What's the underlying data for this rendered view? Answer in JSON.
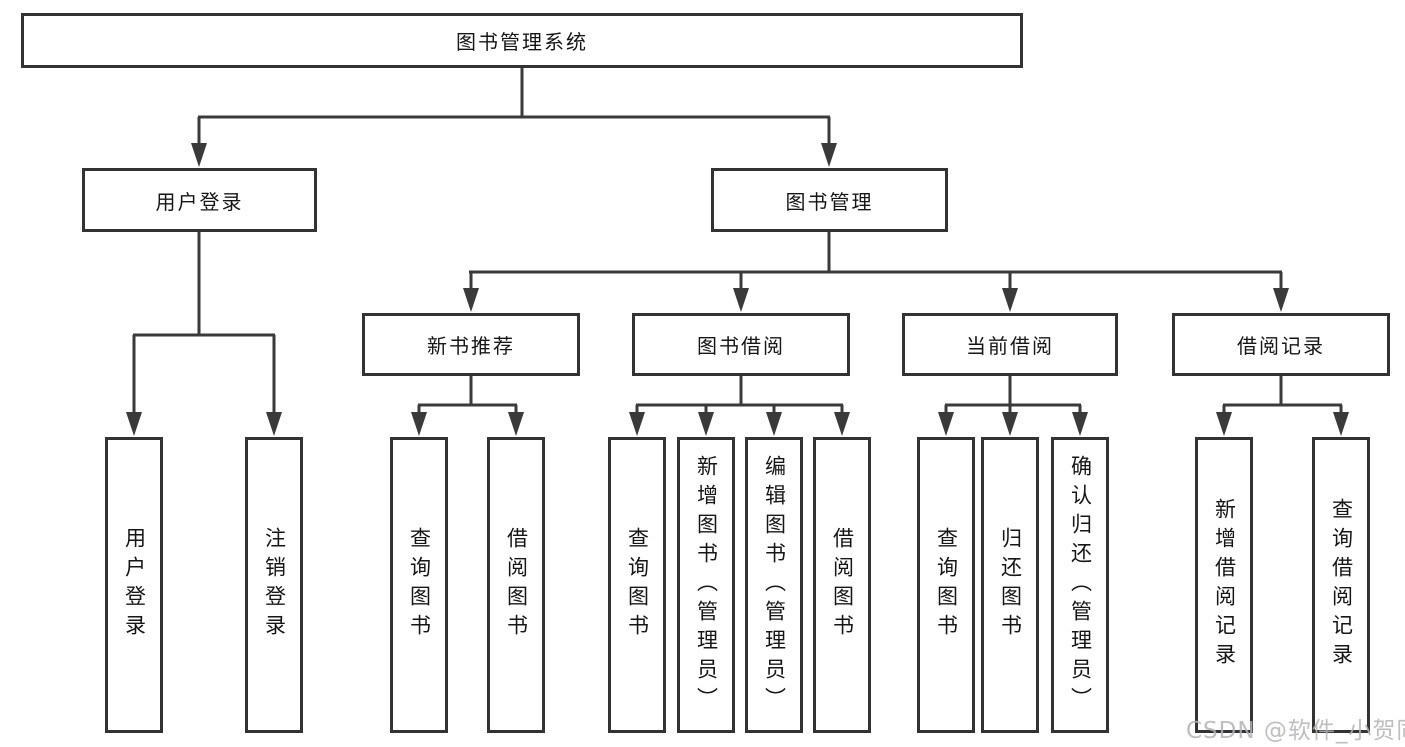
{
  "colors": {
    "line": "#3a3a3a",
    "border": "#333333",
    "text": "#161616",
    "box_bg": "#ffffff",
    "page_bg": "#ffffff",
    "watermark": "#b3b3b7"
  },
  "tree": {
    "root": "图书管理系统",
    "children": [
      {
        "label": "用户登录",
        "children": [
          "用户登录",
          "注销登录"
        ]
      },
      {
        "label": "图书管理",
        "children": [
          {
            "label": "新书推荐",
            "children": [
              "查询图书",
              "借阅图书"
            ]
          },
          {
            "label": "图书借阅",
            "children": [
              "查询图书",
              "新增图书（管理员）",
              "编辑图书（管理员）",
              "借阅图书"
            ]
          },
          {
            "label": "当前借阅",
            "children": [
              "查询图书",
              "归还图书",
              "确认归还（管理员）"
            ]
          },
          {
            "label": "借阅记录",
            "children": [
              "新增借阅记录",
              "查询借阅记录"
            ]
          }
        ]
      }
    ]
  },
  "watermark": "CSDN @软件_小贺同学"
}
